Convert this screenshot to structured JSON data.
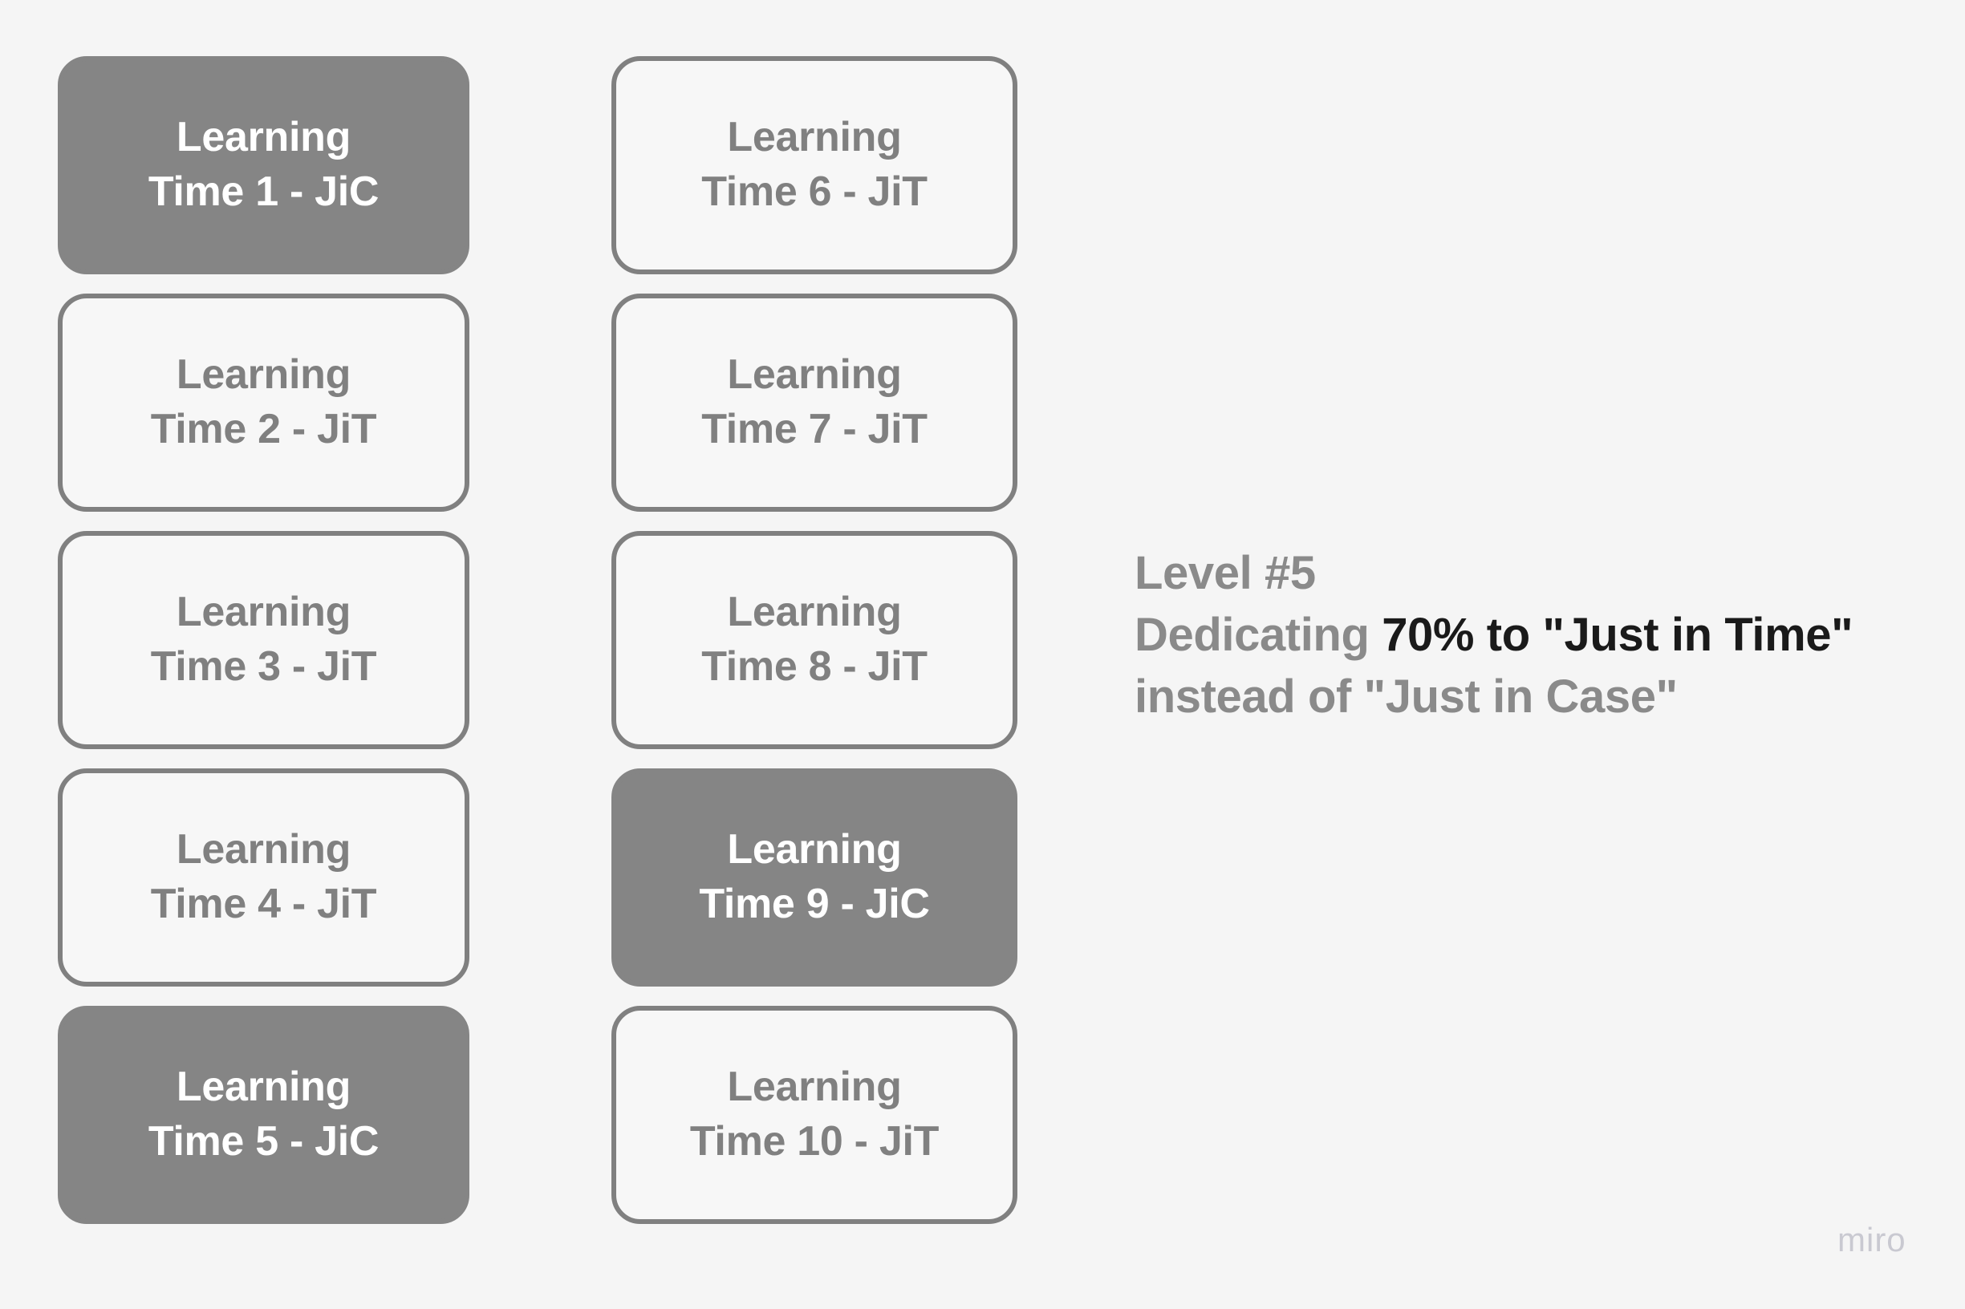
{
  "canvas": {
    "background_color": "#f5f5f5",
    "watermark": "miro"
  },
  "colors": {
    "filled_card_bg": "#858585",
    "filled_card_text": "#ffffff",
    "outline_card_bg": "#f7f7f7",
    "outline_card_border": "#808080",
    "outline_card_text": "#808080",
    "annotation_text": "#8a8a8a",
    "annotation_emphasis": "#1a1a1a",
    "watermark_text": "#c9c9d1"
  },
  "columns": [
    {
      "name": "column-1",
      "cards": [
        {
          "line1": "Learning",
          "line2": "Time 1 - JiC",
          "style": "filled",
          "mode": "JiC"
        },
        {
          "line1": "Learning",
          "line2": "Time 2 - JiT",
          "style": "outline",
          "mode": "JiT"
        },
        {
          "line1": "Learning",
          "line2": "Time 3 - JiT",
          "style": "outline",
          "mode": "JiT"
        },
        {
          "line1": "Learning",
          "line2": "Time 4 - JiT",
          "style": "outline",
          "mode": "JiT"
        },
        {
          "line1": "Learning",
          "line2": "Time 5 - JiC",
          "style": "filled",
          "mode": "JiC"
        }
      ]
    },
    {
      "name": "column-2",
      "cards": [
        {
          "line1": "Learning",
          "line2": "Time 6 - JiT",
          "style": "outline",
          "mode": "JiT"
        },
        {
          "line1": "Learning",
          "line2": "Time 7 - JiT",
          "style": "outline",
          "mode": "JiT"
        },
        {
          "line1": "Learning",
          "line2": "Time 8 - JiT",
          "style": "outline",
          "mode": "JiT"
        },
        {
          "line1": "Learning",
          "line2": "Time 9 - JiC",
          "style": "filled",
          "mode": "JiC"
        },
        {
          "line1": "Learning",
          "line2": "Time 10 - JiT",
          "style": "outline",
          "mode": "JiT"
        }
      ]
    }
  ],
  "annotation": {
    "line1": "Level #5",
    "line2_prefix": "Dedicating ",
    "line2_emphasis": "70% to \"Just in Time\"",
    "line3": "instead of \"Just in Case\""
  }
}
